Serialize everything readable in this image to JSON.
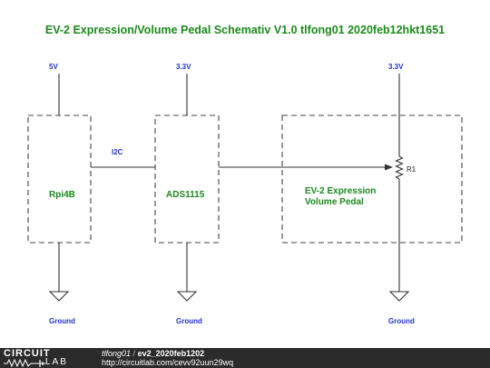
{
  "title": "EV-2 Expression/Volume Pedal Schemativ V1.0 tlfong01 2020feb12hkt1651",
  "colors": {
    "title": "#1c8a1c",
    "net_label": "#2233cc",
    "component_label": "#1c8a1c",
    "wire": "#333333",
    "footer_bg": "#2b2b2b"
  },
  "supplies": {
    "rpi": "5V",
    "ads": "3.3V",
    "pedal": "3.3V"
  },
  "grounds": {
    "rpi": "Ground",
    "ads": "Ground",
    "pedal": "Ground"
  },
  "nets": {
    "i2c": "I2C"
  },
  "components": {
    "rpi": "Rpi4B",
    "ads": "ADS1115",
    "pedal_line1": "EV-2 Expression",
    "pedal_line2": "Volume Pedal",
    "resistor": "R1"
  },
  "footer": {
    "logo_top": "CIRCUIT",
    "logo_bottom": "LAB",
    "author": "tlfong01",
    "separator": "/",
    "project": "ev2_2020feb1202",
    "url": "http://circuitlab.com/cevv92uun29wq"
  }
}
